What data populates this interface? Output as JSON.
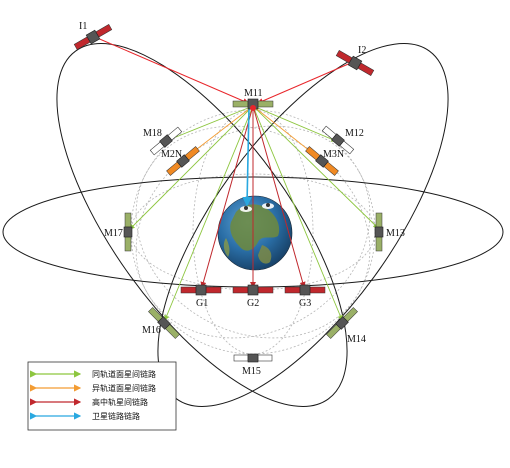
{
  "satellites": {
    "I1": "I1",
    "I2": "I2",
    "M11": "M11",
    "M12": "M12",
    "M13": "M13",
    "M14": "M14",
    "M15": "M15",
    "M16": "M16",
    "M17": "M17",
    "M18": "M18",
    "M2N": "M2N",
    "M3N": "M3N",
    "G1": "G1",
    "G2": "G2",
    "G3": "G3"
  },
  "legend": {
    "items": [
      {
        "label": "同轨道面星间链路",
        "color": "#8dc63f"
      },
      {
        "label": "异轨道面星间链路",
        "color": "#f39c33"
      },
      {
        "label": "高中轨星间链路",
        "color": "#c0282d"
      },
      {
        "label": "卫星链路链路",
        "color": "#29a8e0"
      }
    ]
  },
  "colors": {
    "same_plane_link": "#8dc63f",
    "cross_plane_link": "#f39c33",
    "high_mid_link": "#c0282d",
    "inclined_link": "#e8262b",
    "satellite_link": "#29a8e0",
    "geo_satellite": "#c0282d",
    "meo_satellite": "#8ca35a",
    "orange_satellite": "#f08a24"
  }
}
